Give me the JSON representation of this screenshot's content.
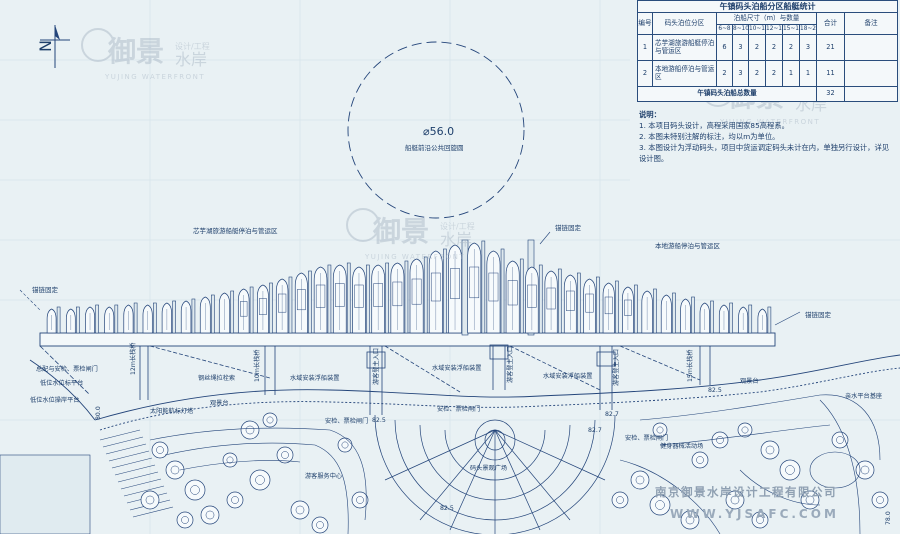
{
  "table": {
    "title": "午镇码头泊船分区船艇统计",
    "col_no": "编号",
    "col_zone": "码头泊位分区",
    "col_size_group": "泊船尺寸（m）与数量",
    "col_total": "合计",
    "col_remark": "备注",
    "sizes": [
      "6~8",
      "8~10",
      "10~12",
      "12~15",
      "15~18",
      "18~20"
    ],
    "rows": [
      {
        "no": "1",
        "zone": "芯芋湖旅游船艇停泊与管运区",
        "counts": [
          "6",
          "3",
          "2",
          "2",
          "2",
          "3"
        ],
        "total": "21"
      },
      {
        "no": "2",
        "zone": "本地游船停泊与管运区",
        "counts": [
          "2",
          "3",
          "2",
          "2",
          "1",
          "1"
        ],
        "total": "11"
      }
    ],
    "footer_label": "午镇码头泊船总数量",
    "footer_total": "32"
  },
  "notes": {
    "heading": "说明：",
    "items": [
      "1.   本项目码头设计，高程采用国家85高程系。",
      "2.   本图未特别注解的标注，均以m为单位。",
      "3.   本图设计为浮动码头，项目中货运调定码头未计在内，单独另行设计，详见设计图。"
    ]
  },
  "north": {
    "label": "N"
  },
  "circle": {
    "diameter_label": "⌀56.0",
    "caption": "船艇前沿公共回旋圆"
  },
  "labels": {
    "zone_left": "芯芋湖旅游船艇停泊与管运区",
    "zone_right": "本地游船停泊与管运区",
    "anchor_left": "锚链固定",
    "anchor_top": "锚链固定",
    "anchor_right": "锚链固定",
    "security_gate_left": "总配与安检、票检闸门",
    "low_water_platform": "低位水位标平台",
    "water_level_platform": "低位水位操岸平台",
    "ramp_left": "钢丝绳拉栓索",
    "tide_note": "太阳能航标灯塔",
    "view_platform": "观景台",
    "ramp_1": "10m长栈桥",
    "ramp_2": "水域安装浮船装置",
    "ramp_3": "水域安装浮船装置",
    "ramp_4": "水域安装浮船装置",
    "ramp_5": "15m长栈桥",
    "gate_mid": "游客登主入口",
    "security_mid": "安检、票检闸门",
    "security_left2": "安检、票检闸门",
    "security_right": "安检、票检闸门",
    "plaza": "码头景观广场",
    "service": "游客服务中心",
    "view_right": "观景台",
    "waterfront": "亲水平台基座",
    "lawn": "健身器械活动场",
    "elev_1": "80.0",
    "elev_2": "82.5",
    "elev_3": "82.7",
    "elev_4": "82.5",
    "elev_5": "82.7",
    "elev_6": "82.5",
    "elev_7": "78.0",
    "dim_1": "12m长栈桥",
    "dim_2": "15m长栈桥"
  },
  "watermark": {
    "brand": "御景",
    "brand_sub": "设计/工程",
    "brand_side": "水岸",
    "brand_en": "YUJING WATERFRONT"
  },
  "footer": {
    "company": "南京御景水岸设计工程有限公司",
    "url": "WWW.YJSAFC.COM"
  }
}
